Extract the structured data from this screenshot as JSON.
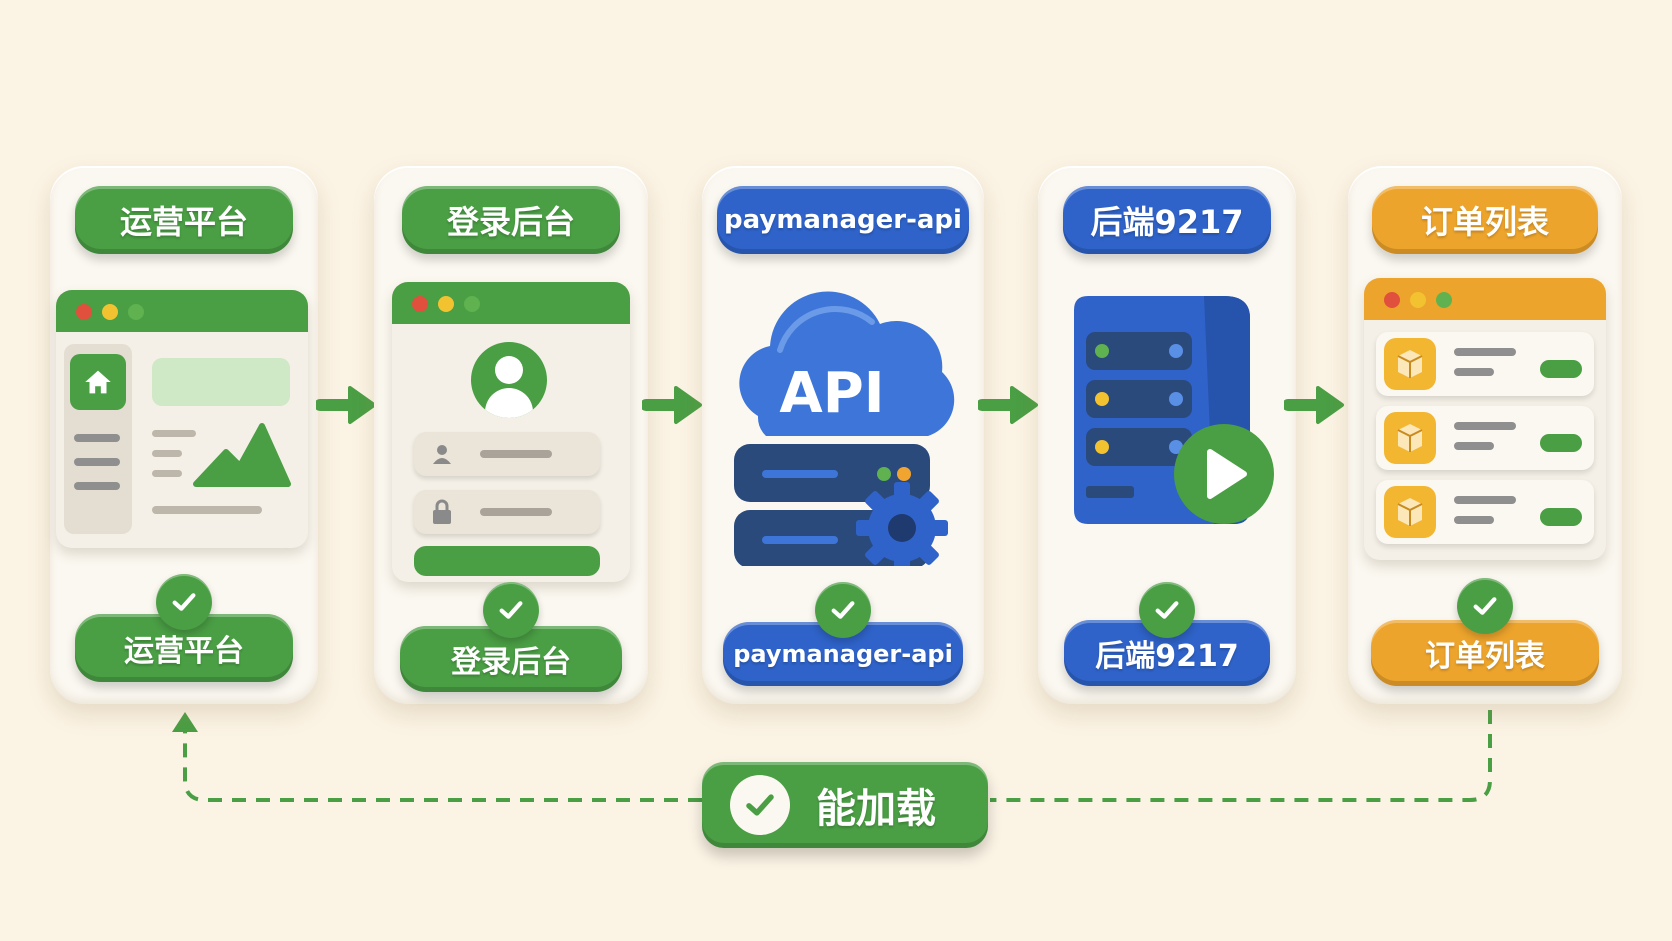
{
  "steps": [
    {
      "top_label": "运营平台",
      "bottom_label": "运营平台",
      "color": "#4a9e44",
      "icon": "browser-home-icon"
    },
    {
      "top_label": "登录后台",
      "bottom_label": "登录后台",
      "color": "#4a9e44",
      "icon": "login-form-icon"
    },
    {
      "top_label": "paymanager-api",
      "bottom_label": "paymanager-api",
      "color": "#2f63c9",
      "icon": "api-cloud-server-icon",
      "icon_text": "API"
    },
    {
      "top_label": "后端9217",
      "bottom_label": "后端9217",
      "color": "#2f63c9",
      "icon": "server-play-icon"
    },
    {
      "top_label": "订单列表",
      "bottom_label": "订单列表",
      "color": "#eda42c",
      "icon": "order-list-icon"
    }
  ],
  "result": {
    "label": "能加载",
    "color": "#4a9e44",
    "icon": "check-circle-icon"
  },
  "colors": {
    "green": "#4a9e44",
    "blue": "#2f63c9",
    "orange": "#eda42c",
    "background": "#fbf3e4"
  }
}
